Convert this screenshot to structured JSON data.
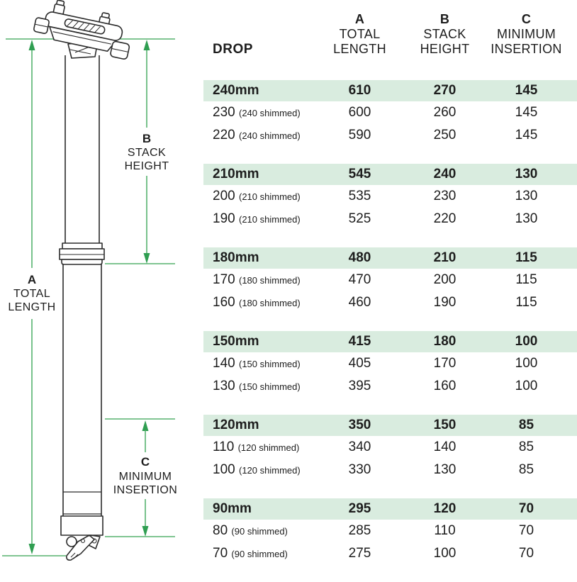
{
  "diagram": {
    "dim_a": {
      "letter": "A",
      "line1": "TOTAL",
      "line2": "LENGTH"
    },
    "dim_b": {
      "letter": "B",
      "line1": "STACK",
      "line2": "HEIGHT"
    },
    "dim_c": {
      "letter": "C",
      "line1": "MINIMUM",
      "line2": "INSERTION"
    },
    "colors": {
      "arrow_line": "#57b26f",
      "arrow_head": "#2f9e51",
      "outline": "#2b2b2b"
    }
  },
  "table": {
    "highlight_color": "#d9ecdf",
    "header": {
      "drop": "DROP",
      "columns": [
        {
          "letter": "A",
          "line1": "TOTAL",
          "line2": "LENGTH"
        },
        {
          "letter": "B",
          "line1": "STACK",
          "line2": "HEIGHT"
        },
        {
          "letter": "C",
          "line1": "MINIMUM",
          "line2": "INSERTION"
        }
      ]
    },
    "groups": [
      {
        "primary": {
          "drop": "240mm",
          "total_length": "610",
          "stack_height": "270",
          "min_insertion": "145"
        },
        "rows": [
          {
            "drop": "230",
            "note": "(240 shimmed)",
            "total_length": "600",
            "stack_height": "260",
            "min_insertion": "145"
          },
          {
            "drop": "220",
            "note": "(240 shimmed)",
            "total_length": "590",
            "stack_height": "250",
            "min_insertion": "145"
          }
        ]
      },
      {
        "primary": {
          "drop": "210mm",
          "total_length": "545",
          "stack_height": "240",
          "min_insertion": "130"
        },
        "rows": [
          {
            "drop": "200",
            "note": "(210 shimmed)",
            "total_length": "535",
            "stack_height": "230",
            "min_insertion": "130"
          },
          {
            "drop": "190",
            "note": "(210 shimmed)",
            "total_length": "525",
            "stack_height": "220",
            "min_insertion": "130"
          }
        ]
      },
      {
        "primary": {
          "drop": "180mm",
          "total_length": "480",
          "stack_height": "210",
          "min_insertion": "115"
        },
        "rows": [
          {
            "drop": "170",
            "note": "(180 shimmed)",
            "total_length": "470",
            "stack_height": "200",
            "min_insertion": "115"
          },
          {
            "drop": "160",
            "note": "(180 shimmed)",
            "total_length": "460",
            "stack_height": "190",
            "min_insertion": "115"
          }
        ]
      },
      {
        "primary": {
          "drop": "150mm",
          "total_length": "415",
          "stack_height": "180",
          "min_insertion": "100"
        },
        "rows": [
          {
            "drop": "140",
            "note": "(150 shimmed)",
            "total_length": "405",
            "stack_height": "170",
            "min_insertion": "100"
          },
          {
            "drop": "130",
            "note": "(150 shimmed)",
            "total_length": "395",
            "stack_height": "160",
            "min_insertion": "100"
          }
        ]
      },
      {
        "primary": {
          "drop": "120mm",
          "total_length": "350",
          "stack_height": "150",
          "min_insertion": "85"
        },
        "rows": [
          {
            "drop": "110",
            "note": "(120 shimmed)",
            "total_length": "340",
            "stack_height": "140",
            "min_insertion": "85"
          },
          {
            "drop": "100",
            "note": "(120 shimmed)",
            "total_length": "330",
            "stack_height": "130",
            "min_insertion": "85"
          }
        ]
      },
      {
        "primary": {
          "drop": "90mm",
          "total_length": "295",
          "stack_height": "120",
          "min_insertion": "70"
        },
        "rows": [
          {
            "drop": "80",
            "note": "(90 shimmed)",
            "total_length": "285",
            "stack_height": "110",
            "min_insertion": "70"
          },
          {
            "drop": "70",
            "note": "(90 shimmed)",
            "total_length": "275",
            "stack_height": "100",
            "min_insertion": "70"
          }
        ]
      }
    ]
  }
}
